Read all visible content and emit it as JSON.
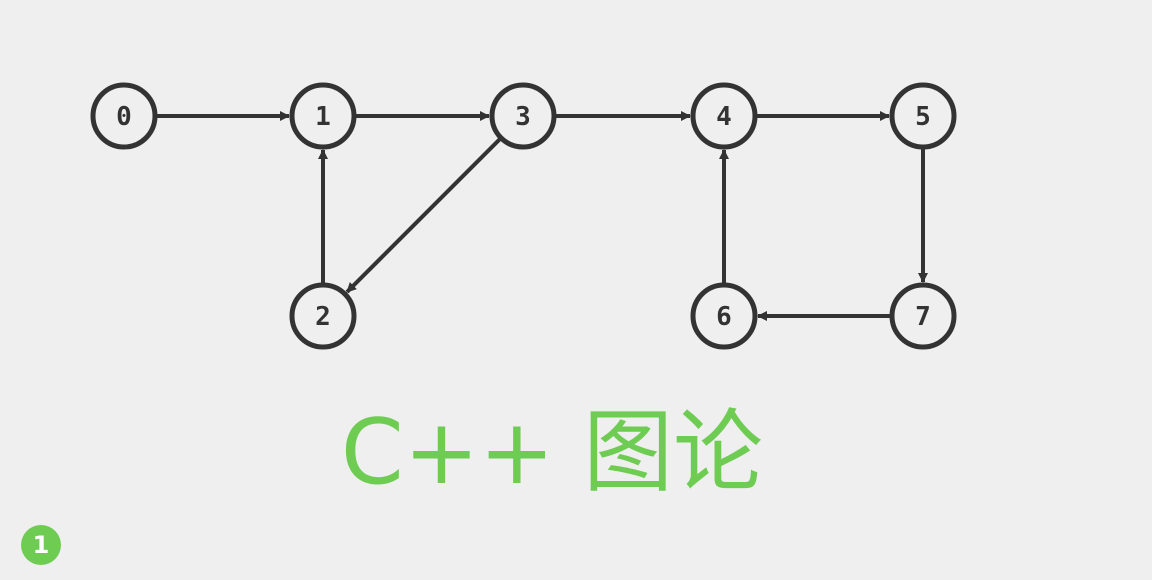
{
  "title": "C++ 图论",
  "page_badge": "1",
  "colors": {
    "background": "#efefef",
    "node_stroke": "#333333",
    "accent": "#6fcc53"
  },
  "graph": {
    "nodes": [
      {
        "id": "0",
        "label": "0"
      },
      {
        "id": "1",
        "label": "1"
      },
      {
        "id": "2",
        "label": "2"
      },
      {
        "id": "3",
        "label": "3"
      },
      {
        "id": "4",
        "label": "4"
      },
      {
        "id": "5",
        "label": "5"
      },
      {
        "id": "6",
        "label": "6"
      },
      {
        "id": "7",
        "label": "7"
      }
    ],
    "edges": [
      {
        "from": "0",
        "to": "1"
      },
      {
        "from": "1",
        "to": "3"
      },
      {
        "from": "3",
        "to": "4"
      },
      {
        "from": "4",
        "to": "5"
      },
      {
        "from": "2",
        "to": "1"
      },
      {
        "from": "3",
        "to": "2"
      },
      {
        "from": "6",
        "to": "4"
      },
      {
        "from": "5",
        "to": "7"
      },
      {
        "from": "7",
        "to": "6"
      }
    ]
  }
}
